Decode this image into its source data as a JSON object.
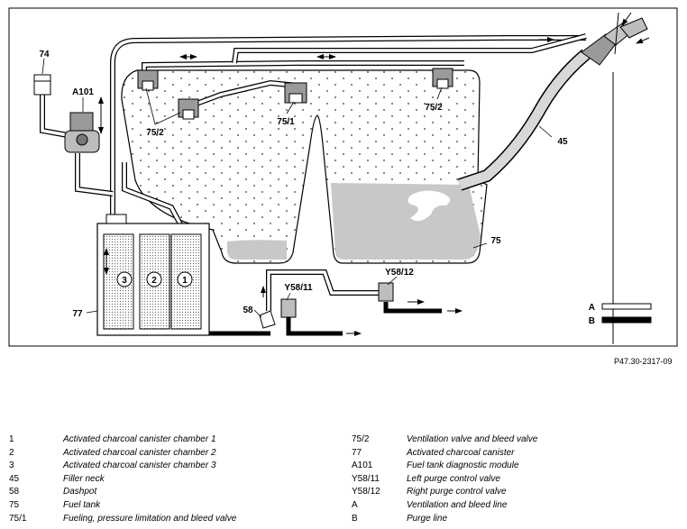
{
  "figure_ref": "P47.30-2317-09",
  "callouts": {
    "c74": "74",
    "cA101": "A101",
    "c75_2_left": "75/2",
    "c75_1": "75/1",
    "c75_2_right": "75/2",
    "c45": "45",
    "c75": "75",
    "cY58_12": "Y58/12",
    "cY58_11": "Y58/11",
    "c58": "58",
    "c77": "77",
    "cA": "A",
    "cB": "B"
  },
  "chambers": {
    "c1": "1",
    "c2": "2",
    "c3": "3"
  },
  "legend": {
    "col1": [
      {
        "key": "1",
        "text": "Activated charcoal canister chamber 1"
      },
      {
        "key": "2",
        "text": "Activated charcoal canister chamber 2"
      },
      {
        "key": "3",
        "text": "Activated charcoal canister chamber 3"
      },
      {
        "key": "45",
        "text": "Filler neck"
      },
      {
        "key": "58",
        "text": "Dashpot"
      },
      {
        "key": "75",
        "text": "Fuel tank"
      },
      {
        "key": "75/1",
        "text": "Fueling, pressure limitation and bleed valve"
      }
    ],
    "col2": [
      {
        "key": "75/2",
        "text": "Ventilation valve and bleed valve"
      },
      {
        "key": "77",
        "text": "Activated charcoal canister"
      },
      {
        "key": "A101",
        "text": "Fuel tank diagnostic module"
      },
      {
        "key": "Y58/11",
        "text": "Left purge control valve"
      },
      {
        "key": "Y58/12",
        "text": "Right purge control valve"
      },
      {
        "key": "A",
        "text": "Ventilation and bleed line"
      },
      {
        "key": "B",
        "text": "Purge line"
      }
    ]
  }
}
